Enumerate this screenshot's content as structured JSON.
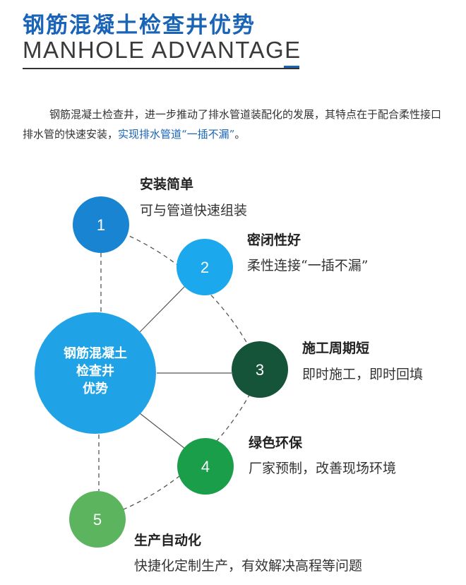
{
  "header": {
    "title_cn": "钢筋混凝土检查井优势",
    "title_en": "MANHOLE ADVANTAGE"
  },
  "intro": {
    "text_plain": "钢筋混凝土检查井，进一步推动了排水管道装配化的发展，其特点在于配合柔性接口排水管的快速安装，",
    "text_highlight": "实现排水管道“一插不漏”",
    "text_end": "。"
  },
  "hub": {
    "lines": [
      "钢筋混凝土",
      "检查井",
      "优势"
    ],
    "color": "#1fa3e6"
  },
  "nodes": [
    {
      "number": "1",
      "title": "安装简单",
      "desc": "可与管道快速组装",
      "color": "#1884d2"
    },
    {
      "number": "2",
      "title": "密闭性好",
      "desc": "柔性连接“一插不漏”",
      "color": "#1ca8ec"
    },
    {
      "number": "3",
      "title": "施工周期短",
      "desc": "即时施工，即时回填",
      "color": "#16543a"
    },
    {
      "number": "4",
      "title": "绿色环保",
      "desc": "厂家预制，改善现场环境",
      "color": "#1a9e49"
    },
    {
      "number": "5",
      "title": "生产自动化",
      "desc": "快捷化定制生产，有效解决高程等问题",
      "color": "#5cb55e"
    }
  ],
  "colors": {
    "accent": "#1a64b7",
    "text": "#333333",
    "line": "#555555"
  }
}
